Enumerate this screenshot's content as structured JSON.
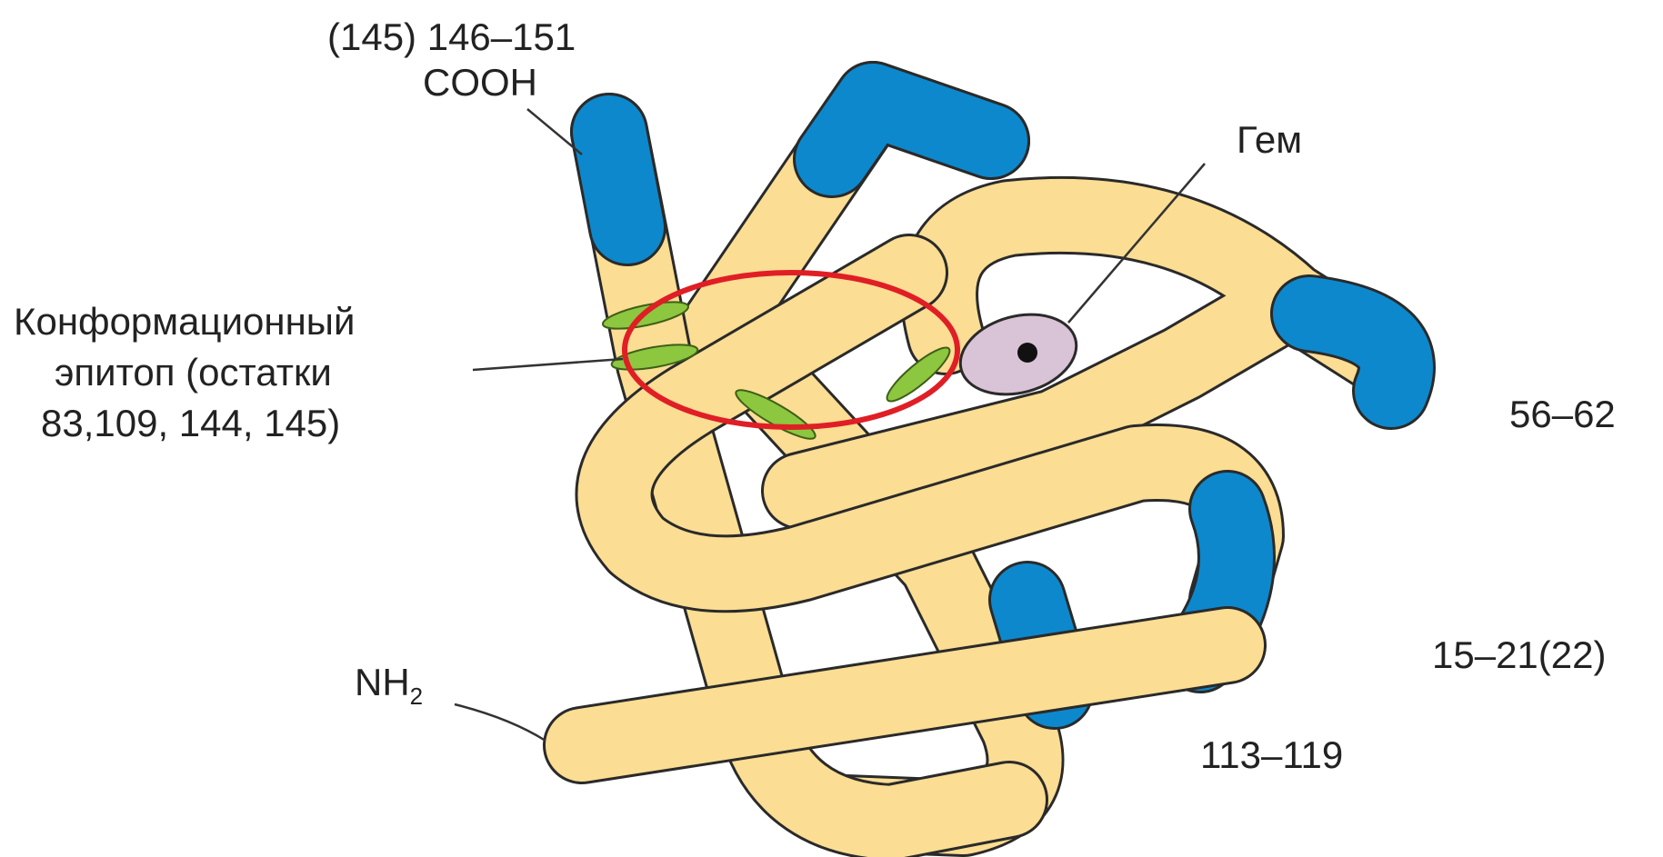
{
  "colors": {
    "tube_fill": "#FBDD93",
    "tube_outline": "#2a2a2a",
    "epitope_segment": "#0D88CC",
    "conformational_mark": "#8DC63F",
    "epitope_circle": "#E01E25",
    "heme_fill": "#D9C3D6",
    "heme_center": "#111111",
    "background": "#FFFFFF"
  },
  "labels": {
    "cooh_range": "(145) 146–151",
    "cooh": "COOH",
    "heme": "Гем",
    "conformational_line1": "Конформационный",
    "conformational_line2": "эпитоп (остатки",
    "conformational_line3": "83,109, 144, 145)",
    "range_56_62": "56–62",
    "range_15_21": "15–21(22)",
    "nh2_main": "NH",
    "nh2_sub": "2",
    "range_113_119": "113–119"
  }
}
